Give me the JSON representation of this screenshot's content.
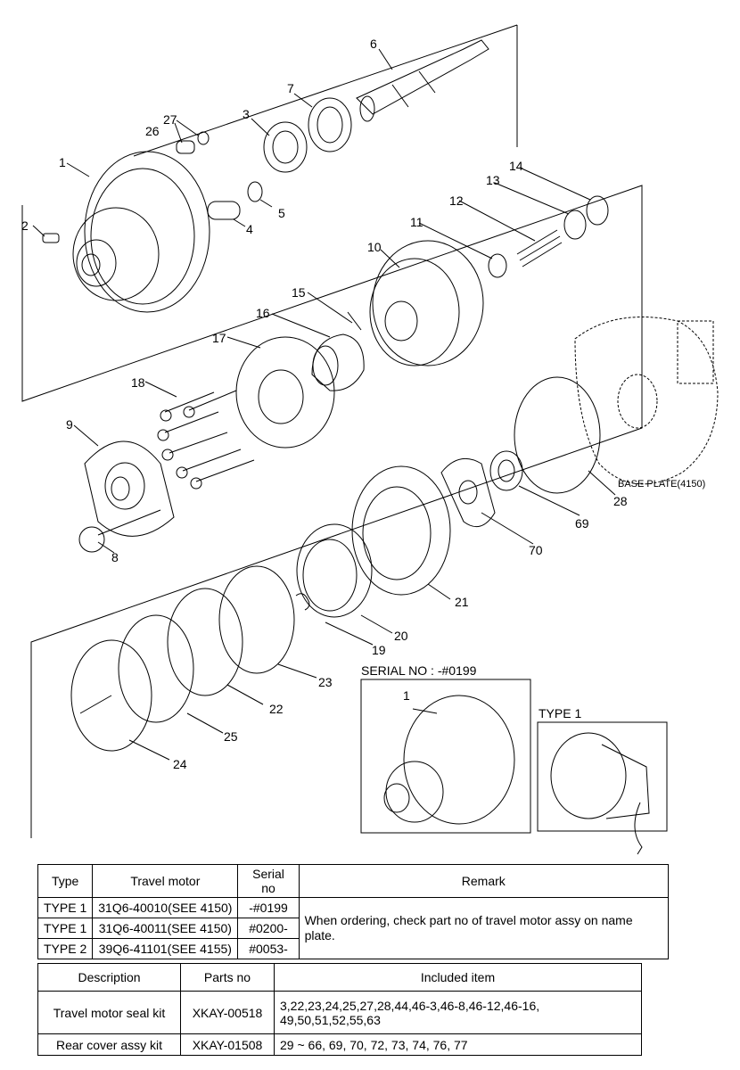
{
  "callouts": [
    "1",
    "2",
    "3",
    "4",
    "5",
    "6",
    "7",
    "8",
    "9",
    "10",
    "11",
    "12",
    "13",
    "14",
    "15",
    "16",
    "17",
    "18",
    "19",
    "20",
    "21",
    "22",
    "23",
    "24",
    "25",
    "26",
    "27",
    "28",
    "69",
    "70"
  ],
  "base_plate_label": "BASE PLATE(4150)",
  "serial_box": {
    "caption": "SERIAL NO : -#0199",
    "callout": "1"
  },
  "type1_box": {
    "caption": "TYPE 1"
  },
  "type_table": {
    "headers": [
      "Type",
      "Travel motor",
      "Serial no",
      "Remark"
    ],
    "rows": [
      {
        "type": "TYPE 1",
        "motor": "31Q6-40010(SEE 4150)",
        "serial": "-#0199"
      },
      {
        "type": "TYPE 1",
        "motor": "31Q6-40011(SEE 4150)",
        "serial": "#0200-"
      },
      {
        "type": "TYPE 2",
        "motor": "39Q6-41101(SEE 4155)",
        "serial": "#0053-"
      }
    ],
    "remark": "When ordering, check part no of travel motor assy on name plate."
  },
  "kit_table": {
    "headers": [
      "Description",
      "Parts no",
      "Included item"
    ],
    "rows": [
      {
        "description": "Travel motor seal kit",
        "parts_no": "XKAY-00518",
        "items": "3,22,23,24,25,27,28,44,46-3,46-8,46-12,46-16, 49,50,51,52,55,63"
      },
      {
        "description": "Rear cover assy kit",
        "parts_no": "XKAY-01508",
        "items": "29 ~ 66, 69, 70, 72, 73, 74, 76, 77"
      }
    ]
  }
}
